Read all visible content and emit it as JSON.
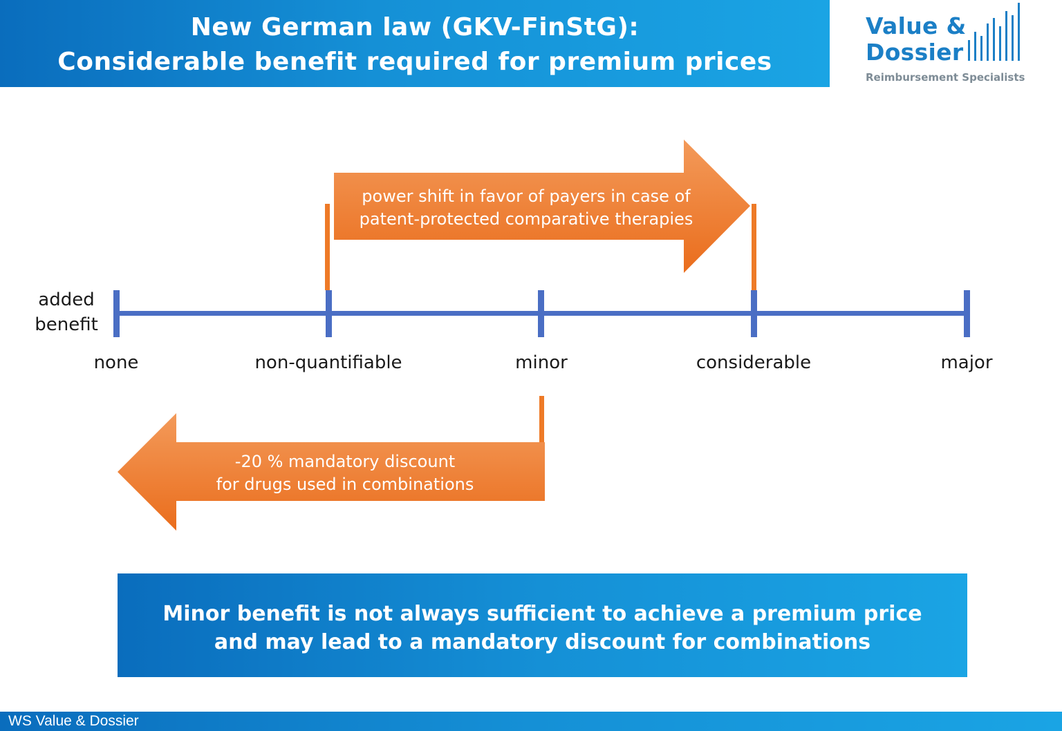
{
  "header": {
    "title_line1": "New German law (GKV-FinStG):",
    "title_line2": "Considerable benefit required for premium prices"
  },
  "logo": {
    "brand_line1": "Value &",
    "brand_line2": "Dossier",
    "tagline": "Reimbursement Specialists",
    "icon": "bar-chart-icon"
  },
  "scale": {
    "title_line1": "added",
    "title_line2": "benefit",
    "levels": [
      "none",
      "non-quantifiable",
      "minor",
      "considerable",
      "major"
    ]
  },
  "arrows": {
    "right_line1": "power shift in favor of payers in case of",
    "right_line2": "patent-protected comparative therapies",
    "left_line1": "-20 % mandatory discount",
    "left_line2": "for drugs used in combinations"
  },
  "conclusion": {
    "line1": "Minor benefit is not always sufficient to achieve a premium price",
    "line2": "and may lead to a mandatory discount for combinations"
  },
  "footer": {
    "text": "WS Value & Dossier"
  },
  "colors": {
    "blue": "#1b7fc6",
    "scale_blue": "#4a6ec4",
    "orange": "#ee7a27"
  }
}
